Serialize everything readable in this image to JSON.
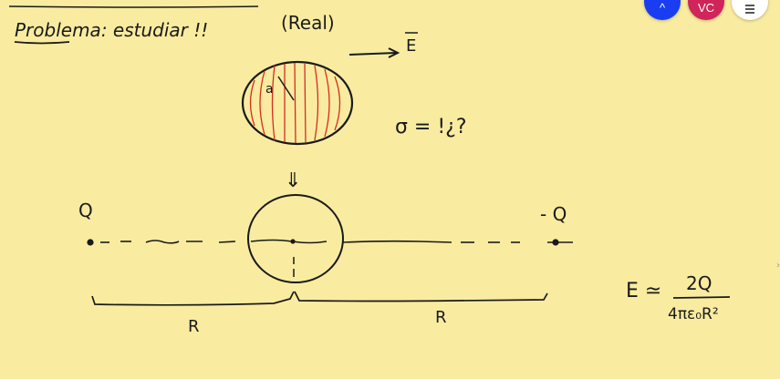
{
  "board": {
    "title": "Problema: estudiar !!",
    "real_label": "(Real)",
    "field_label": "E",
    "radius_label": "a",
    "sigma_label": "σ = !¿?",
    "implies_symbol": "⇓",
    "charge_left": "Q",
    "charge_right": "- Q",
    "distance_left": "R",
    "distance_right": "R",
    "formula_lhs": "E ≃",
    "formula_numerator": "2Q",
    "formula_denominator": "4πε₀R²"
  },
  "toolbar": {
    "blue_button_label": "^",
    "user_avatar_initials": "VC",
    "menu_icon": "menu-icon"
  },
  "colors": {
    "paper": "#f9eca0",
    "ink": "#1a1a1a",
    "red_ink": "#d92b1f",
    "blue_button": "#1a3df2",
    "avatar": "#d0255a"
  }
}
